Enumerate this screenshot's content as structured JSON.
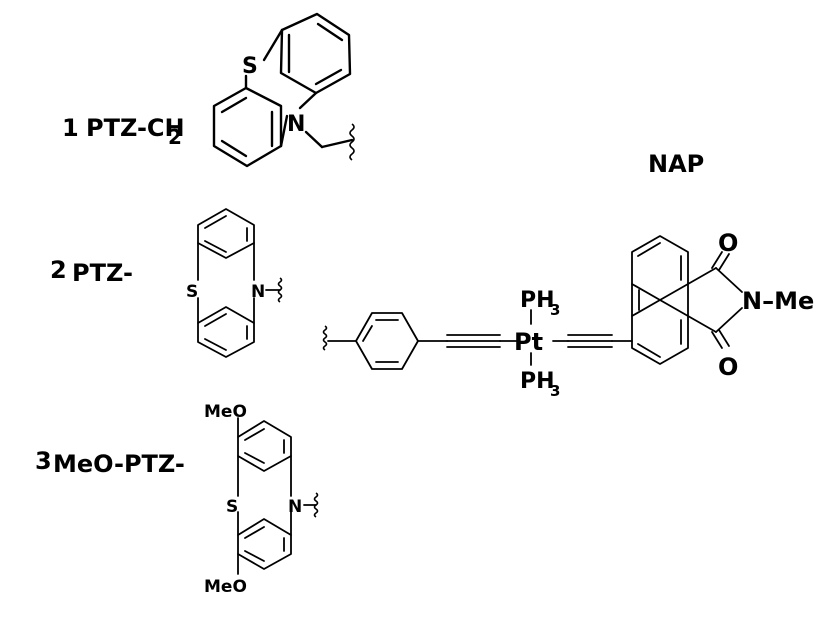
{
  "labels": {
    "item1_number": "1",
    "item1_name": "PTZ-CH",
    "item1_subscript": "2",
    "item2_number": "2",
    "item2_name": "PTZ-",
    "item3_number": "3",
    "item3_name": "MeO-PTZ-",
    "nap": "NAP"
  },
  "atoms": {
    "sulfur": "S",
    "nitrogen": "N",
    "platinum": "Pt",
    "phosphine_top": "PH",
    "phosphine_bottom": "PH",
    "phosphine_subscript": "3",
    "oxygen_top": "O",
    "oxygen_bottom": "O",
    "imide_n_methyl": "N–Me",
    "methoxy_top": "MeO",
    "methoxy_bottom": "MeO"
  }
}
